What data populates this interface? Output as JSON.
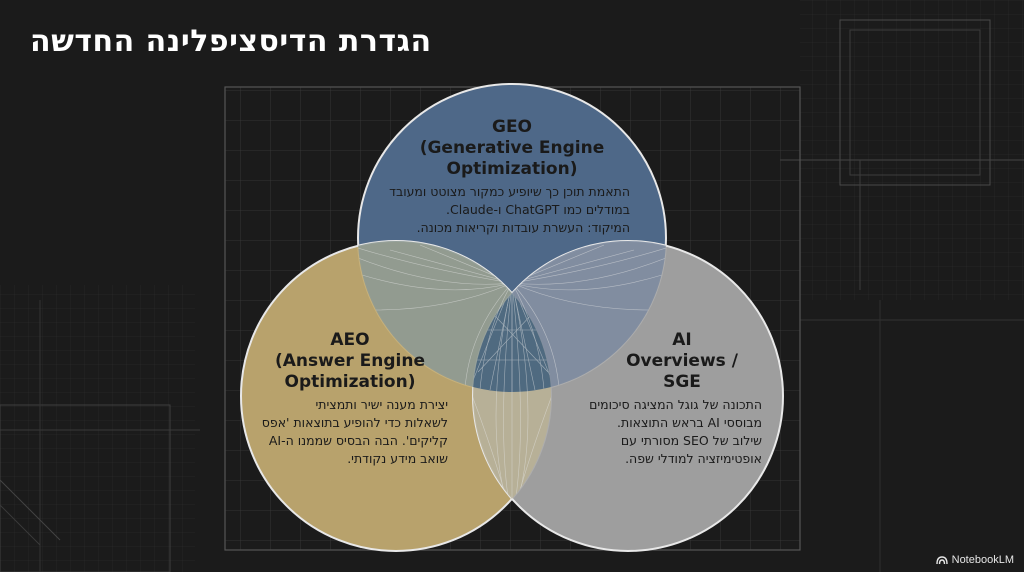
{
  "slide": {
    "title": "הגדרת הדיסציפלינה החדשה"
  },
  "circles": [
    {
      "id": "geo",
      "color": "#4e6888",
      "title_lines": [
        "GEO",
        "(Generative Engine",
        "Optimization)"
      ],
      "desc_lines": [
        "התאמת תוכן כך שיופיע כמקור מצוטט ומעובד",
        "במודלים כמו ChatGPT ו-Claude.",
        "המיקוד: העשרת עובדות וקריאות מכונה."
      ]
    },
    {
      "id": "aeo",
      "color": "#c4ac72",
      "title_lines": [
        "AEO",
        "(Answer Engine",
        "Optimization)"
      ],
      "desc_lines": [
        "יצירת מענה ישיר ותמציתי",
        "לשאלות כדי להופיע בתוצאות 'אפס",
        "קליקים'. הבה הבסיס שממנו ה-AI",
        "שואב מידע נקודתי."
      ]
    },
    {
      "id": "ai-overviews",
      "color": "#a8a8a8",
      "title_lines": [
        "AI",
        "Overviews /",
        "SGE"
      ],
      "desc_lines": [
        "התכונה של גוגל המציגה סיכומים",
        "מבוססי AI בראש התוצאות.",
        "שילוב של SEO מסורתי עם",
        "אופטימיזציה למודלי שפה."
      ]
    }
  ],
  "branding": {
    "label": "NotebookLM"
  }
}
